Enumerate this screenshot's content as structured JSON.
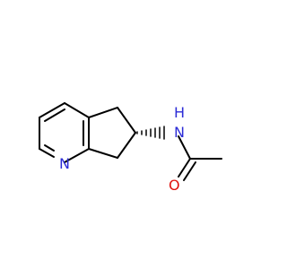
{
  "molecule": {
    "atoms": {
      "n_ring": {
        "symbol": "N",
        "color": "#2c2cd6"
      },
      "n_amide": {
        "symbol": "H\nN",
        "label_top": "H",
        "label_main": "N",
        "color": "#2c2cd6"
      },
      "o_carbonyl": {
        "symbol": "O",
        "color": "#e0120e"
      }
    },
    "stereo_bond": {
      "type": "hashed-wedge"
    }
  }
}
